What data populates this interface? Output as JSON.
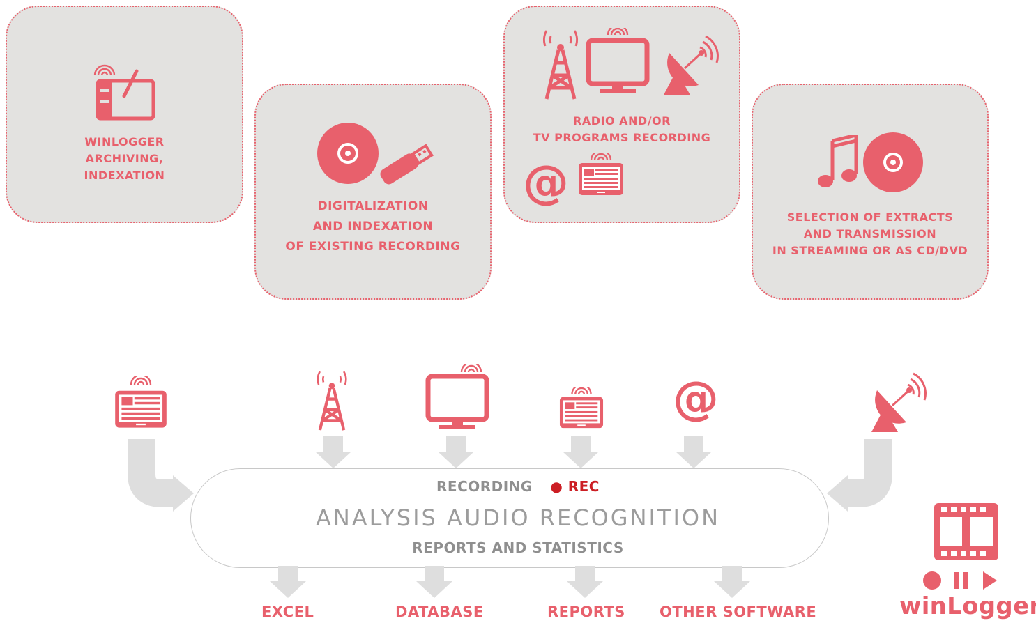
{
  "colors": {
    "accent": "#e8606c",
    "card_bg": "#e3e2e0",
    "arrow": "#dedede",
    "rec_red": "#cc1e24",
    "hub_text": "#8f8f8f"
  },
  "cards": [
    {
      "text": "WINLOGGER\nARCHIVING,\nINDEXATION",
      "icons": [
        "tablet-pen-icon"
      ]
    },
    {
      "text": "DIGITALIZATION\nAND INDEXATION\nOF EXISTING RECORDING",
      "icons": [
        "disc-icon",
        "usb-drive-icon"
      ]
    },
    {
      "text": "RADIO AND/OR\nTV  PROGRAMS RECORDING",
      "icons": [
        "radio-tower-icon",
        "tv-icon",
        "satellite-dish-icon",
        "at-icon",
        "news-tablet-icon"
      ]
    },
    {
      "text": "SELECTION OF EXTRACTS\nAND TRANSMISSION\nIN STREAMING OR AS CD/DVD",
      "icons": [
        "music-note-icon",
        "disc-icon"
      ]
    }
  ],
  "sources": [
    "news-tablet-icon",
    "radio-tower-icon",
    "tv-icon",
    "news-tablet-icon",
    "at-icon",
    "satellite-dish-icon"
  ],
  "hub": {
    "recording": "RECORDING",
    "rec_dot": "●",
    "rec": "REC",
    "analysis": "ANALYSIS AUDIO RECOGNITION",
    "reports": "REPORTS AND STATISTICS"
  },
  "outputs": [
    "EXCEL",
    "DATABASE",
    "REPORTS",
    "OTHER SOFTWARE"
  ],
  "brand": {
    "name": "winLogger",
    "icons": [
      "film-reel-icon",
      "record-pause-play-icon"
    ]
  }
}
